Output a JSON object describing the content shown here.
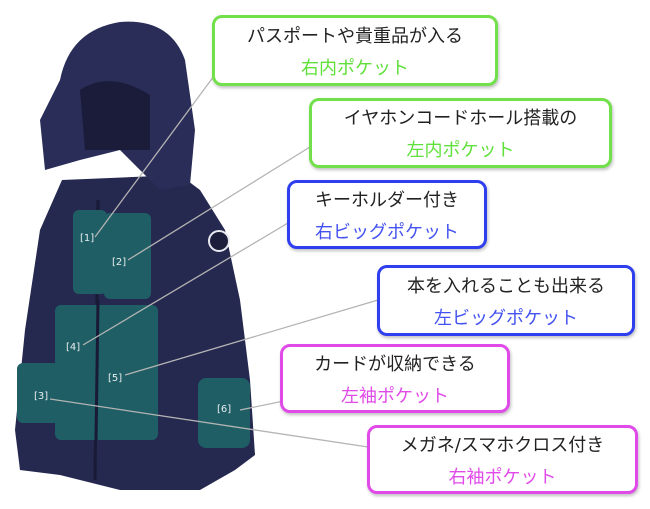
{
  "callouts": [
    {
      "number": "[1]",
      "description": "パスポートや貴重品が入る",
      "name": "右内ポケット",
      "color": "#5fe03a"
    },
    {
      "number": "[2]",
      "description": "イヤホンコードホール搭載の",
      "name": "左内ポケット",
      "color": "#5fe03a"
    },
    {
      "number": "[4]",
      "description": "キーホルダー付き",
      "name": "右ビッグポケット",
      "color": "#4453f0"
    },
    {
      "number": "[5]",
      "description": "本を入れることも出来る",
      "name": "左ビッグポケット",
      "color": "#4453f0"
    },
    {
      "number": "[6]",
      "description": "カードが収納できる",
      "name": "左袖ポケット",
      "color": "#e04ae8"
    },
    {
      "number": "[3]",
      "description": "メガネ/スマホクロス付き",
      "name": "右袖ポケット",
      "color": "#e04ae8"
    }
  ]
}
